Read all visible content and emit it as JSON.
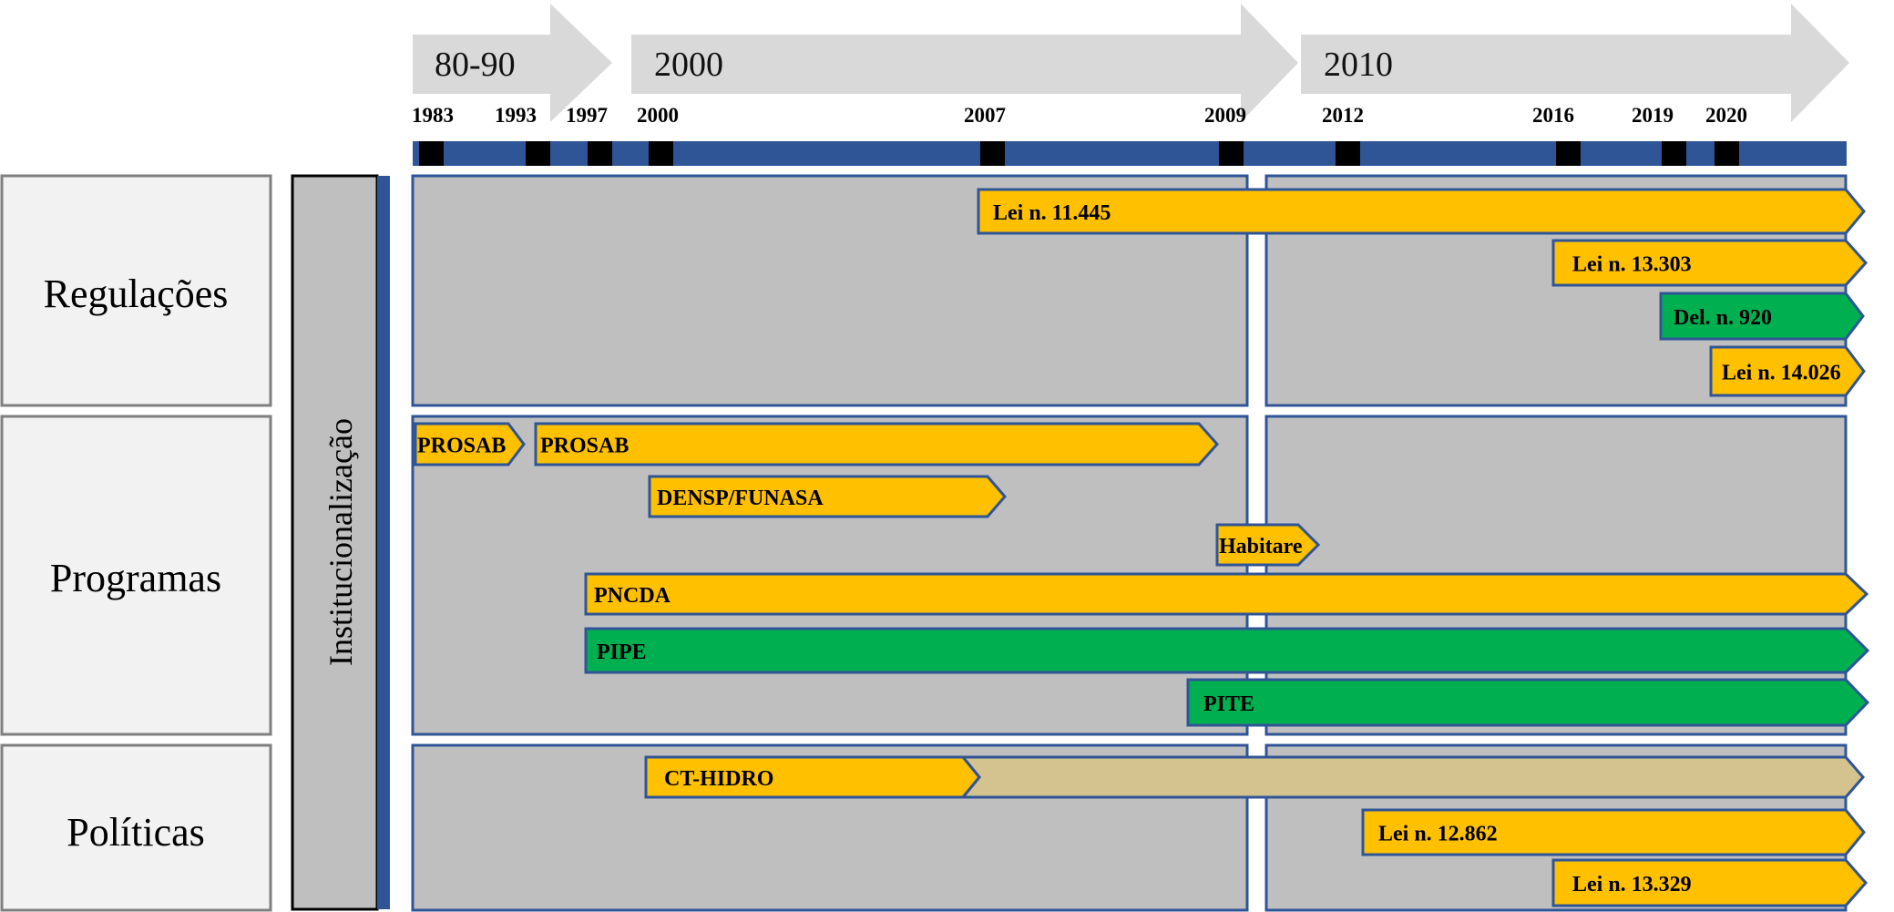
{
  "colors": {
    "timeline_bar": "#2f5597",
    "tick": "#000000",
    "era_arrow": "#d9d9d9",
    "panel": "#bfbfbf",
    "panel_border": "#2f5597",
    "label_box": "#f2f2f2",
    "label_border": "#7f7f7f",
    "yellow": "#ffc000",
    "green": "#00b050",
    "faded": "#d4c38f"
  },
  "eras": [
    "80-90",
    "2000",
    "2010"
  ],
  "years": [
    "1983",
    "1993",
    "1997",
    "2000",
    "2007",
    "2009",
    "2012",
    "2016",
    "2019",
    "2020"
  ],
  "institutionalization_label": "Institucionalização",
  "categories": [
    {
      "label": "Regulações",
      "bars": [
        {
          "label": "Lei n. 11.445",
          "color": "yellow"
        },
        {
          "label": "Lei n. 13.303",
          "color": "yellow"
        },
        {
          "label": "Del. n. 920",
          "color": "green"
        },
        {
          "label": "Lei n. 14.026",
          "color": "yellow"
        }
      ]
    },
    {
      "label": "Programas",
      "bars": [
        {
          "label": "PROSAB",
          "color": "yellow"
        },
        {
          "label": "PROSAB",
          "color": "yellow"
        },
        {
          "label": "DENSP/FUNASA",
          "color": "yellow"
        },
        {
          "label": "Habitare",
          "color": "yellow"
        },
        {
          "label": "PNCDA",
          "color": "yellow"
        },
        {
          "label": "PIPE",
          "color": "green"
        },
        {
          "label": "PITE",
          "color": "green"
        }
      ]
    },
    {
      "label": "Políticas",
      "bars": [
        {
          "label": "CT-HIDRO",
          "color": "yellow",
          "continuation": "faded"
        },
        {
          "label": "Lei n. 12.862",
          "color": "yellow"
        },
        {
          "label": "Lei n. 13.329",
          "color": "yellow"
        }
      ]
    }
  ]
}
